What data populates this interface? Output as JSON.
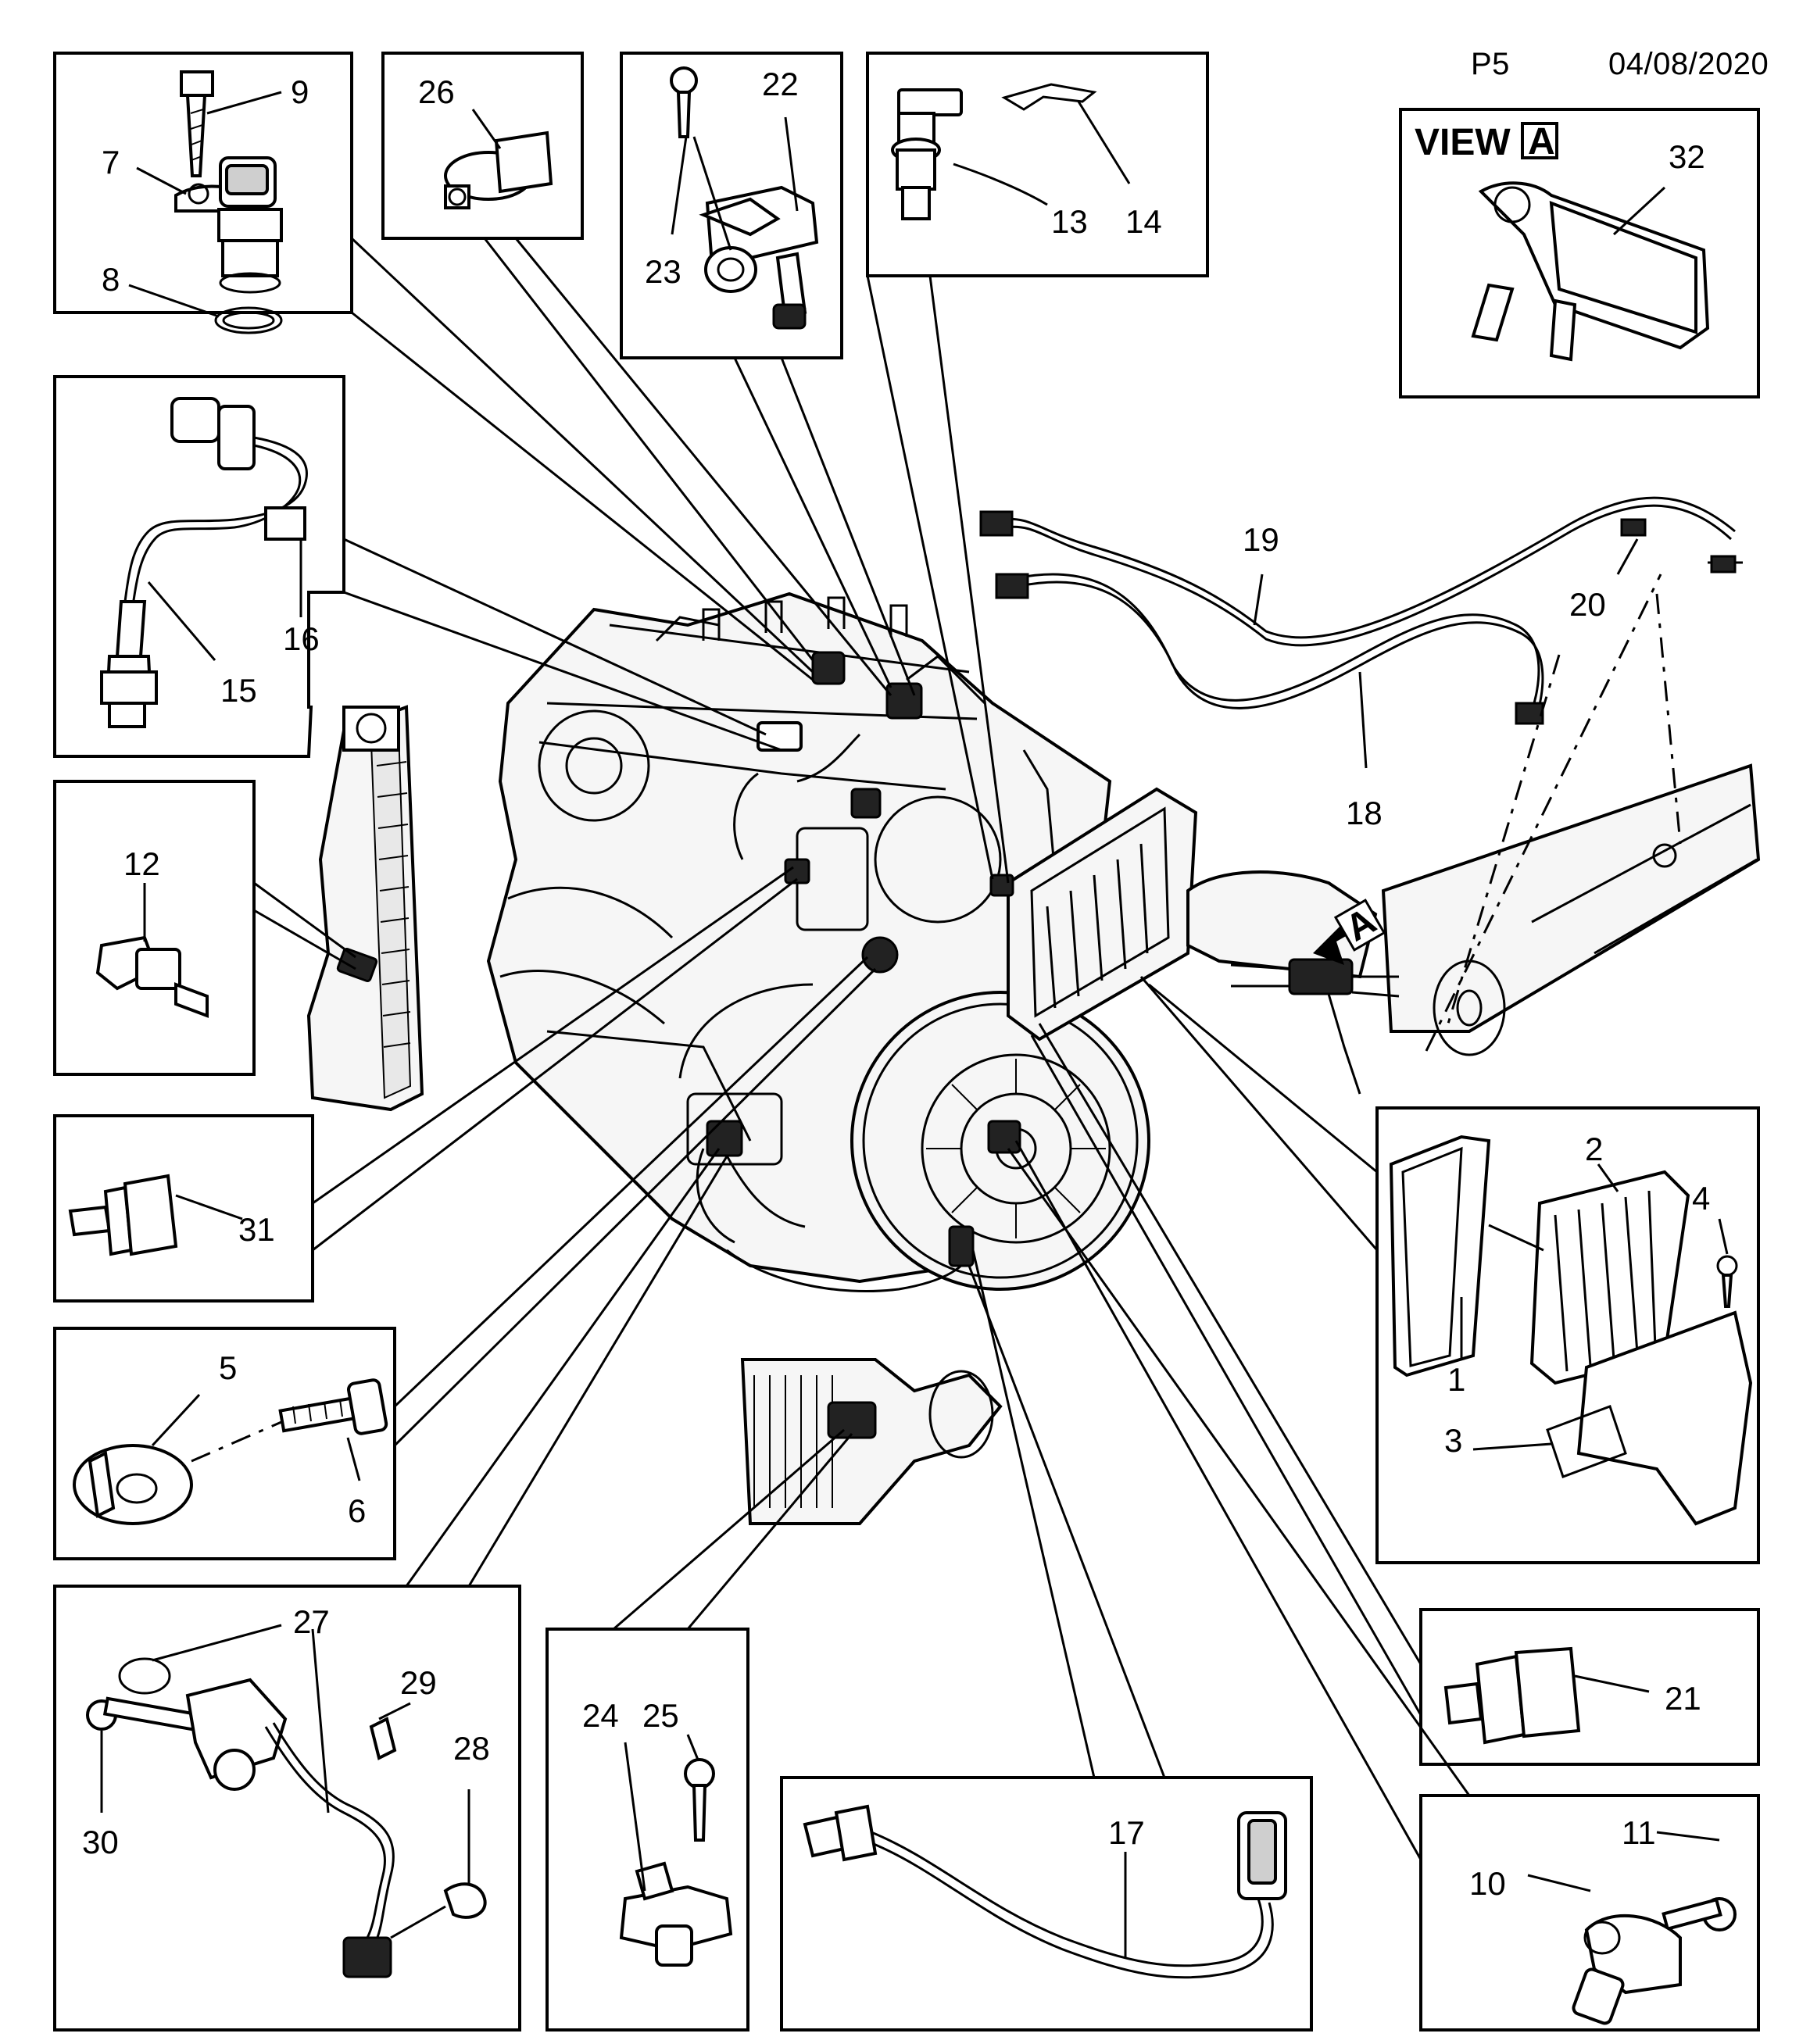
{
  "header": {
    "page": "P5",
    "date": "04/08/2020"
  },
  "view": {
    "label": "VIEW",
    "letter": "A"
  },
  "callouts": [
    "1",
    "2",
    "3",
    "4",
    "5",
    "6",
    "7",
    "8",
    "9",
    "10",
    "11",
    "12",
    "13",
    "14",
    "15",
    "16",
    "17",
    "18",
    "19",
    "20",
    "21",
    "22",
    "23",
    "24",
    "25",
    "26",
    "27",
    "28",
    "29",
    "30",
    "31",
    "32"
  ]
}
